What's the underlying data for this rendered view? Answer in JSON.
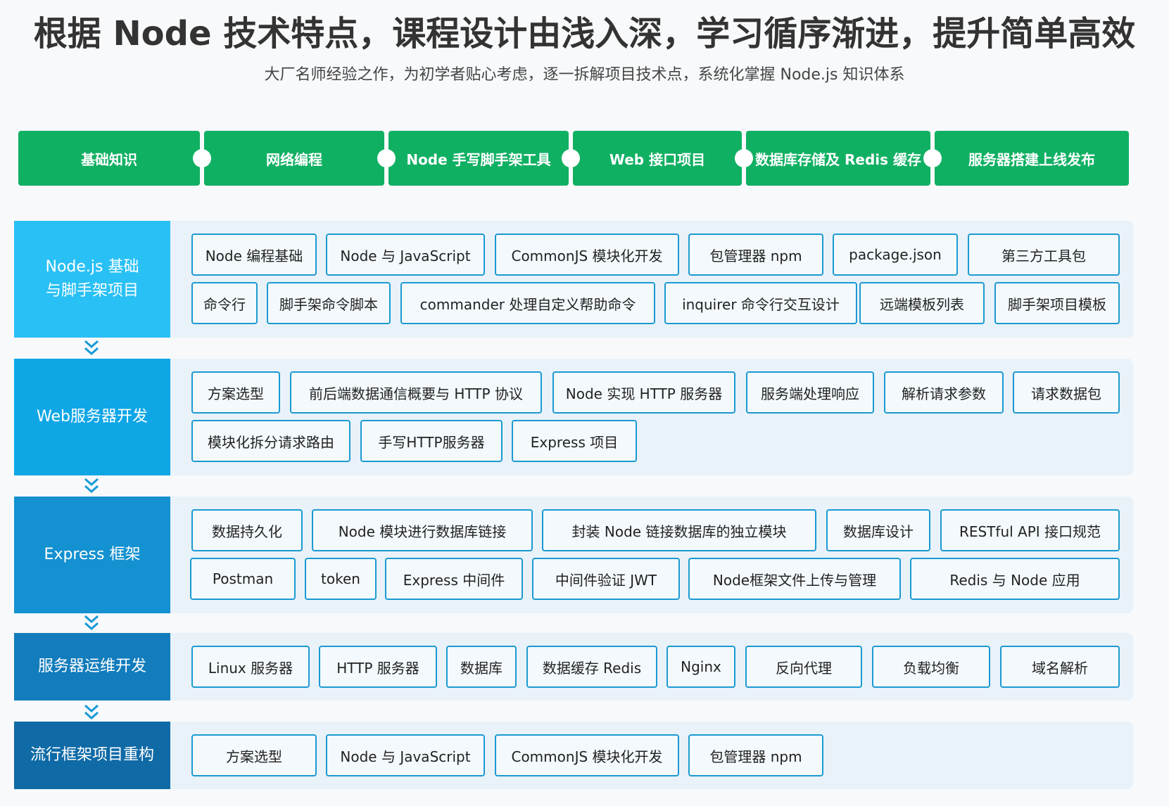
{
  "header": {
    "title": "根据 Node 技术特点，课程设计由浅入深，学习循序渐进，提升简单高效",
    "subtitle": "大厂名师经验之作，为初学者贴心考虑，逐一拆解项目技术点，系统化掌握 Node.js 知识体系"
  },
  "stages": [
    "基础知识",
    "网络编程",
    "Node 手写脚手架工具",
    "Web 接口项目",
    "数据库存储及 Redis 缓存",
    "服务器搭建上线发布"
  ],
  "colors": {
    "stage": "#10b063",
    "row1": "#29c0f5",
    "row2": "#0fa6e6",
    "row3": "#1491d0",
    "row4": "#127cbc",
    "row5": "#0f6aa6",
    "tag_border": "#1b9ad1"
  },
  "modules": [
    {
      "label": "Node.js 基础\n与脚手架项目",
      "tags": [
        [
          "Node 编程基础",
          "Node 与 JavaScript",
          "CommonJS 模块化开发",
          "包管理器 npm",
          "package.json",
          "第三方工具包"
        ],
        [
          "命令行",
          "脚手架命令脚本",
          "commander 处理自定义帮助命令",
          "inquirer 命令行交互设计",
          "远端模板列表",
          "脚手架项目模板"
        ]
      ]
    },
    {
      "label": "Web服务器开发",
      "tags": [
        [
          "方案选型",
          "前后端数据通信概要与 HTTP 协议",
          "Node 实现 HTTP 服务器",
          "服务端处理响应",
          "解析请求参数",
          "请求数据包"
        ],
        [
          "模块化拆分请求路由",
          "手写HTTP服务器",
          "Express 项目"
        ]
      ]
    },
    {
      "label": "Express 框架",
      "tags": [
        [
          "数据持久化",
          "Node 模块进行数据库链接",
          "封装 Node 链接数据库的独立模块",
          "数据库设计",
          "RESTful API 接口规范"
        ],
        [
          "Postman",
          "token",
          "Express 中间件",
          "中间件验证 JWT",
          "Node框架文件上传与管理",
          "Redis 与 Node 应用"
        ]
      ]
    },
    {
      "label": "服务器运维开发",
      "tags": [
        [
          "Linux 服务器",
          "HTTP 服务器",
          "数据库",
          "数据缓存 Redis",
          "Nginx",
          "反向代理",
          "负载均衡",
          "域名解析"
        ]
      ]
    },
    {
      "label": "流行框架项目重构",
      "tags": [
        [
          "方案选型",
          "Node 与 JavaScript",
          "CommonJS 模块化开发",
          "包管理器 npm"
        ]
      ]
    }
  ],
  "icons": {
    "row_connector": "double-chevron-down-icon"
  }
}
